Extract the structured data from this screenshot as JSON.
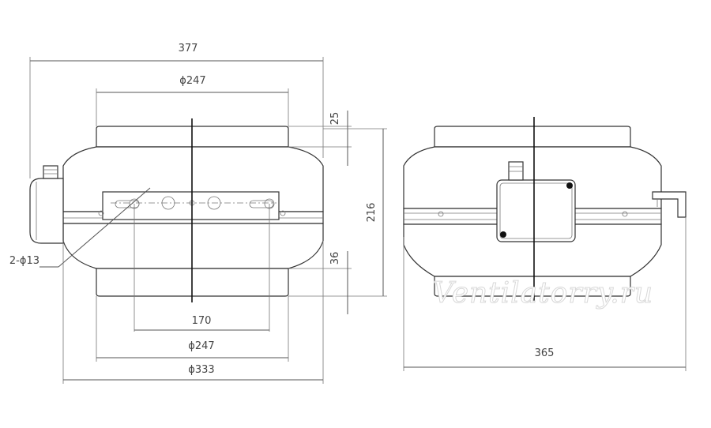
{
  "dimensions": {
    "overall_width": "377",
    "outlet_diameter_top": "ϕ247",
    "flange_height_top": "25",
    "total_height": "216",
    "mount_holes": "2-ϕ13",
    "flange_height_bottom": "36",
    "hole_spacing": "170",
    "inlet_diameter_bottom": "ϕ247",
    "body_diameter": "ϕ333",
    "side_length": "365"
  },
  "watermark": "Ventilatorry.ru"
}
